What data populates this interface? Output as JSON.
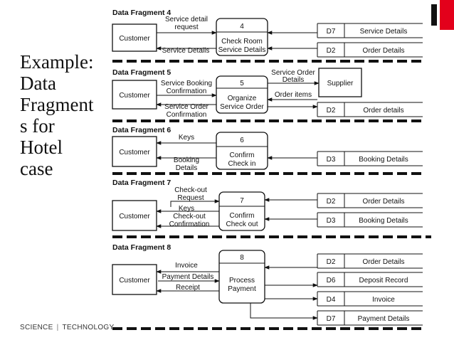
{
  "slide": {
    "title": "Example:\nData\nFragment\ns for\nHotel\ncase",
    "footer_left": "SCIENCE",
    "footer_sep": "|",
    "footer_right": "TECHNOLOGY"
  },
  "fragments": [
    {
      "title": "Data Fragment 4",
      "process": {
        "id": "4",
        "name": [
          "Check Room",
          "Service Details"
        ]
      },
      "entity": "Customer",
      "stores": [
        {
          "id": "D7",
          "name": "Service Details"
        },
        {
          "id": "D2",
          "name": "Order Details"
        }
      ],
      "flows": [
        [
          "Service detail",
          "request"
        ],
        [
          "Service Details"
        ]
      ]
    },
    {
      "title": "Data Fragment 5",
      "process": {
        "id": "5",
        "name": [
          "Organize",
          "Service Order"
        ]
      },
      "entity": "Customer",
      "supplier": "Supplier",
      "stores": [
        {
          "id": "D2",
          "name": "Order details"
        }
      ],
      "flows": [
        [
          "Service Booking",
          "Confirmation"
        ],
        [
          "Service Order",
          "Confirmation"
        ],
        [
          "Service Order",
          "Details"
        ],
        [
          "Order items"
        ]
      ]
    },
    {
      "title": "Data Fragment 6",
      "process": {
        "id": "6",
        "name": [
          "Confirm",
          "Check in"
        ]
      },
      "entity": "Customer",
      "stores": [
        {
          "id": "D3",
          "name": "Booking Details"
        }
      ],
      "flows": [
        [
          "Keys"
        ],
        [
          "Booking",
          "Details"
        ]
      ]
    },
    {
      "title": "Data Fragment 7",
      "process": {
        "id": "7",
        "name": [
          "Confirm",
          "Check out"
        ]
      },
      "entity": "Customer",
      "stores": [
        {
          "id": "D2",
          "name": "Order Details"
        },
        {
          "id": "D3",
          "name": "Booking Details"
        }
      ],
      "flows": [
        [
          "Check-out",
          "Request"
        ],
        [
          "Keys"
        ],
        [
          "Check-out",
          "Confirmation"
        ]
      ]
    },
    {
      "title": "Data Fragment 8",
      "process": {
        "id": "8",
        "name": [
          "Process",
          "Payment"
        ]
      },
      "entity": "Customer",
      "stores": [
        {
          "id": "D2",
          "name": "Order Details"
        },
        {
          "id": "D6",
          "name": "Deposit Record"
        },
        {
          "id": "D4",
          "name": "Invoice"
        },
        {
          "id": "D7",
          "name": "Payment Details"
        }
      ],
      "flows": [
        [
          "Invoice"
        ],
        [
          "Payment Details"
        ],
        [
          "Receipt"
        ]
      ]
    }
  ]
}
